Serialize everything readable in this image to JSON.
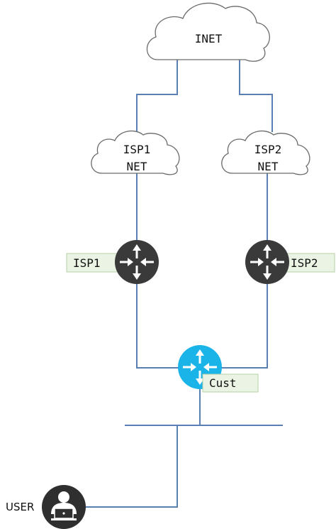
{
  "clouds": {
    "inet": "INET",
    "isp1_line1": "ISP1",
    "isp1_line2": "NET",
    "isp2_line1": "ISP2",
    "isp2_line2": "NET"
  },
  "routers": {
    "isp1_label": "ISP1",
    "isp2_label": "ISP2",
    "cust_label": "Cust"
  },
  "user": {
    "label": "USER"
  },
  "colors": {
    "link": "#5a7fb4",
    "isp_router": "#3a3a3a",
    "cust_router": "#1ab4e8",
    "label_bg": "#eaf3e4",
    "user_icon": "#2f2f2f"
  },
  "icons": {
    "isp1_router": "router-icon",
    "isp2_router": "router-icon",
    "cust_router": "router-icon",
    "user": "user-laptop-icon"
  }
}
